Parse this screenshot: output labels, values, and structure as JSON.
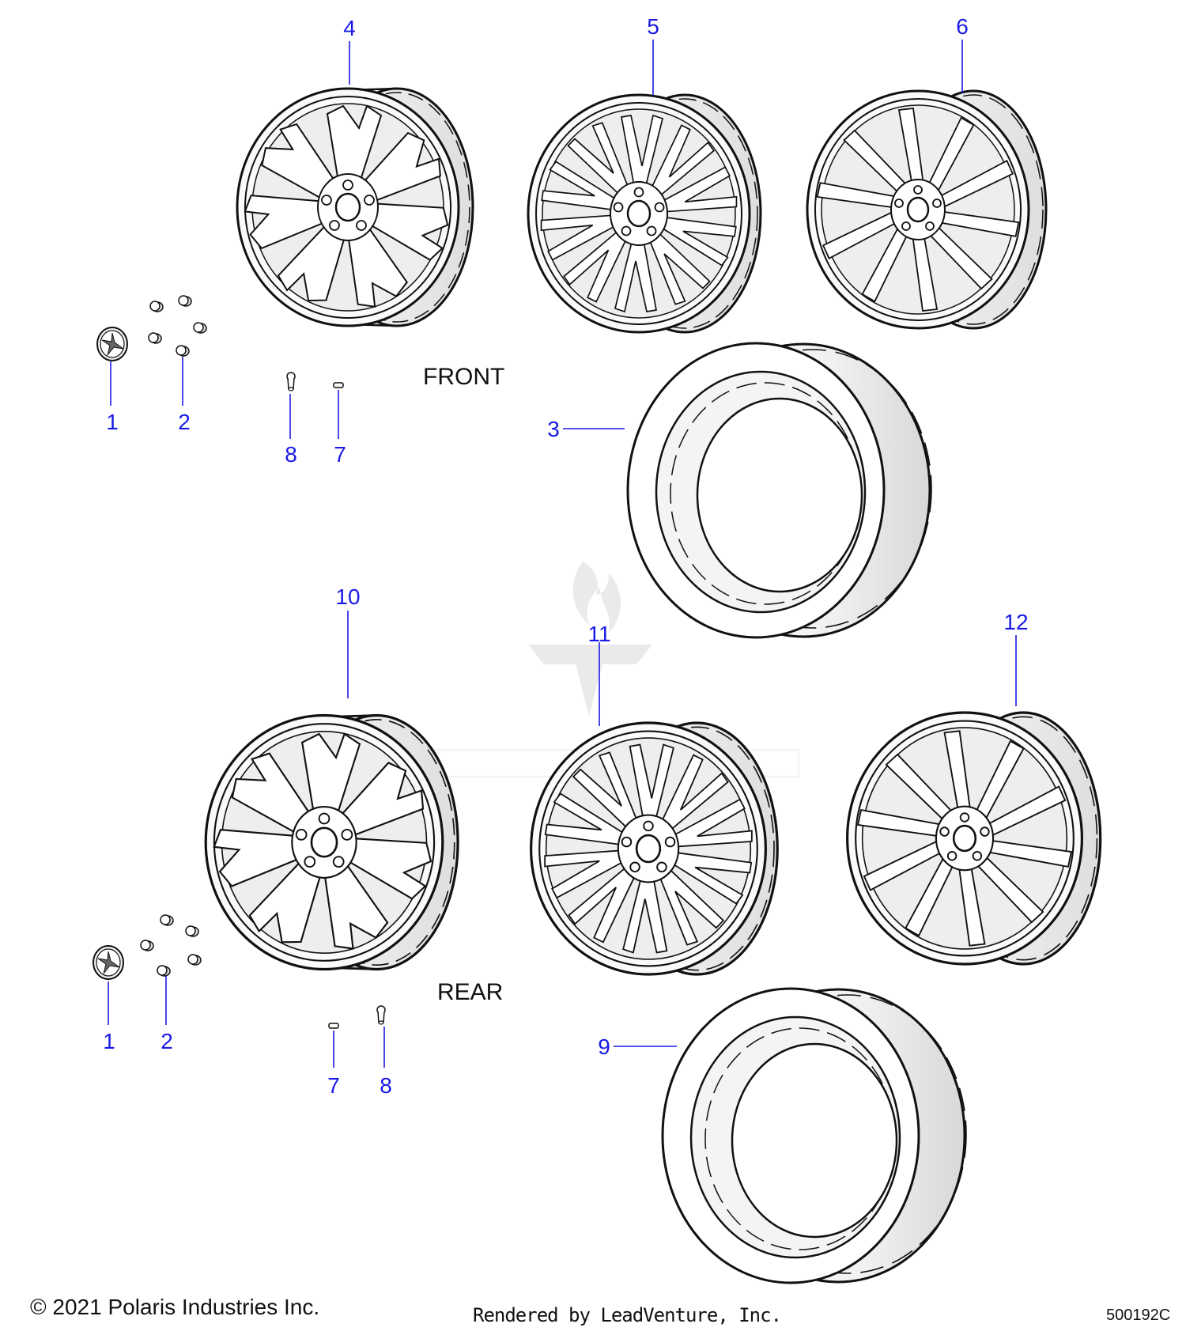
{
  "section_labels": {
    "front": "FRONT",
    "rear": "REAR"
  },
  "callouts": [
    {
      "id": "front-1",
      "label": "1"
    },
    {
      "id": "front-2",
      "label": "2"
    },
    {
      "id": "front-3",
      "label": "3"
    },
    {
      "id": "front-4",
      "label": "4"
    },
    {
      "id": "front-5",
      "label": "5"
    },
    {
      "id": "front-6",
      "label": "6"
    },
    {
      "id": "front-7",
      "label": "7"
    },
    {
      "id": "front-8",
      "label": "8"
    },
    {
      "id": "rear-1",
      "label": "1"
    },
    {
      "id": "rear-2",
      "label": "2"
    },
    {
      "id": "rear-7",
      "label": "7"
    },
    {
      "id": "rear-8",
      "label": "8"
    },
    {
      "id": "rear-9",
      "label": "9"
    },
    {
      "id": "rear-10",
      "label": "10"
    },
    {
      "id": "rear-11",
      "label": "11"
    },
    {
      "id": "rear-12",
      "label": "12"
    }
  ],
  "footer": {
    "copyright": "© 2021 Polaris Industries Inc.",
    "rendered_by": "Rendered by LeadVenture, Inc.",
    "diagram_id": "500192C"
  },
  "colors": {
    "callout": "#1a1ae6",
    "line_art": "#111111",
    "watermark": "#d9d9d9"
  },
  "watermark": {
    "icon": "leadventure-flame-logo"
  }
}
